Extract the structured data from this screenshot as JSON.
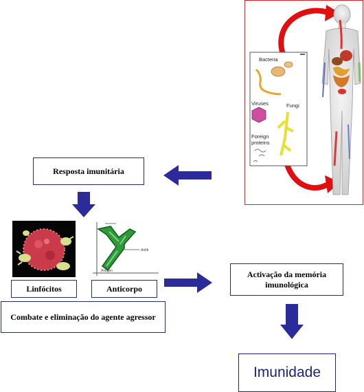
{
  "panel": {
    "labels": {
      "bacteria": "Bacteria",
      "viruses": "Viruses",
      "fungi": "Fungi",
      "foreign_line1": "Foreign",
      "foreign_line2": "proteins"
    }
  },
  "boxes": {
    "resposta": "Resposta imunitária",
    "linfocitos": "Linfócitos",
    "anticorpo": "Anticorpo",
    "combate": "Combate e eliminação do agente agressor",
    "activacao": "Activação da memória imunológica",
    "imunidade": "Imunidade"
  },
  "antibody_labels": {
    "antib": "Antib",
    "antigen": "Antigen"
  },
  "colors": {
    "arrow": "#2b2b9a",
    "panel_border": "#e02020",
    "red_arrow": "#e01010",
    "imunidade_text": "#1a237e"
  }
}
